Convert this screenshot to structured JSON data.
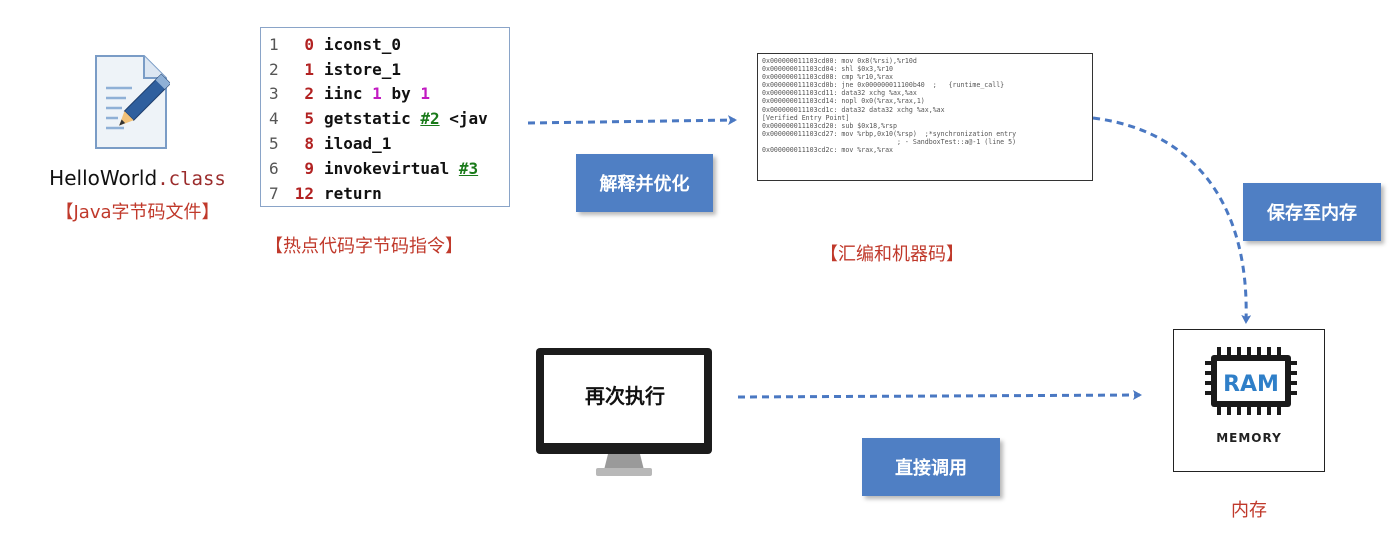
{
  "class_file": {
    "name": "HelloWorld",
    "extension": ".class",
    "caption": "【Java字节码文件】",
    "icon": "document-pencil-icon"
  },
  "bytecode": {
    "caption": "【热点代码字节码指令】",
    "lines": [
      {
        "line": "1",
        "offset": "0",
        "tokens": [
          {
            "text": "iconst_0",
            "kind": "op"
          }
        ]
      },
      {
        "line": "2",
        "offset": "1",
        "tokens": [
          {
            "text": "istore_1",
            "kind": "op"
          }
        ]
      },
      {
        "line": "3",
        "offset": "2",
        "tokens": [
          {
            "text": "iinc ",
            "kind": "op"
          },
          {
            "text": "1",
            "kind": "num"
          },
          {
            "text": " by ",
            "kind": "plain"
          },
          {
            "text": "1",
            "kind": "num"
          }
        ]
      },
      {
        "line": "4",
        "offset": "5",
        "tokens": [
          {
            "text": "getstatic ",
            "kind": "op"
          },
          {
            "text": "#2",
            "kind": "ref"
          },
          {
            "text": " <jav",
            "kind": "plain"
          }
        ]
      },
      {
        "line": "5",
        "offset": "8",
        "tokens": [
          {
            "text": "iload_1",
            "kind": "op"
          }
        ]
      },
      {
        "line": "6",
        "offset": "9",
        "tokens": [
          {
            "text": "invokevirtual ",
            "kind": "op"
          },
          {
            "text": "#3",
            "kind": "ref"
          }
        ]
      },
      {
        "line": "7",
        "offset": "12",
        "tokens": [
          {
            "text": "return",
            "kind": "op"
          }
        ]
      }
    ]
  },
  "steps": {
    "interpret": "解释并优化",
    "save": "保存至内存",
    "direct": "直接调用"
  },
  "assembly": {
    "caption": "【汇编和机器码】",
    "lines": [
      "0x000000011103cd00: mov 0x8(%rsi),%r10d",
      "0x000000011103cd04: shl $0x3,%r10",
      "0x000000011103cd08: cmp %r10,%rax",
      "0x000000011103cd0b: jne 0x000000011100b40  ;   {runtime_call}",
      "0x000000011103cd11: data32 xchg %ax,%ax",
      "0x000000011103cd14: nopl 0x0(%rax,%rax,1)",
      "0x000000011103cd1c: data32 data32 xchg %ax,%ax",
      "[Verified Entry Point]",
      "0x000000011103cd20: sub $0x18,%rsp",
      "0x000000011103cd27: mov %rbp,0x10(%rsp)  ;*synchronization entry",
      "                                  ; - SandboxTest::a@-1 (line 5)",
      "0x000000011103cd2c: mov %rax,%rax"
    ]
  },
  "monitor": {
    "label": "再次执行",
    "icon": "monitor-icon"
  },
  "memory": {
    "chip_label": "RAM",
    "label": "MEMORY",
    "caption": "内存",
    "icon": "ram-chip-icon"
  },
  "colors": {
    "caption_red": "#c0392b",
    "button_blue": "#4f7fc4",
    "arrow_blue": "#4a78c2"
  }
}
